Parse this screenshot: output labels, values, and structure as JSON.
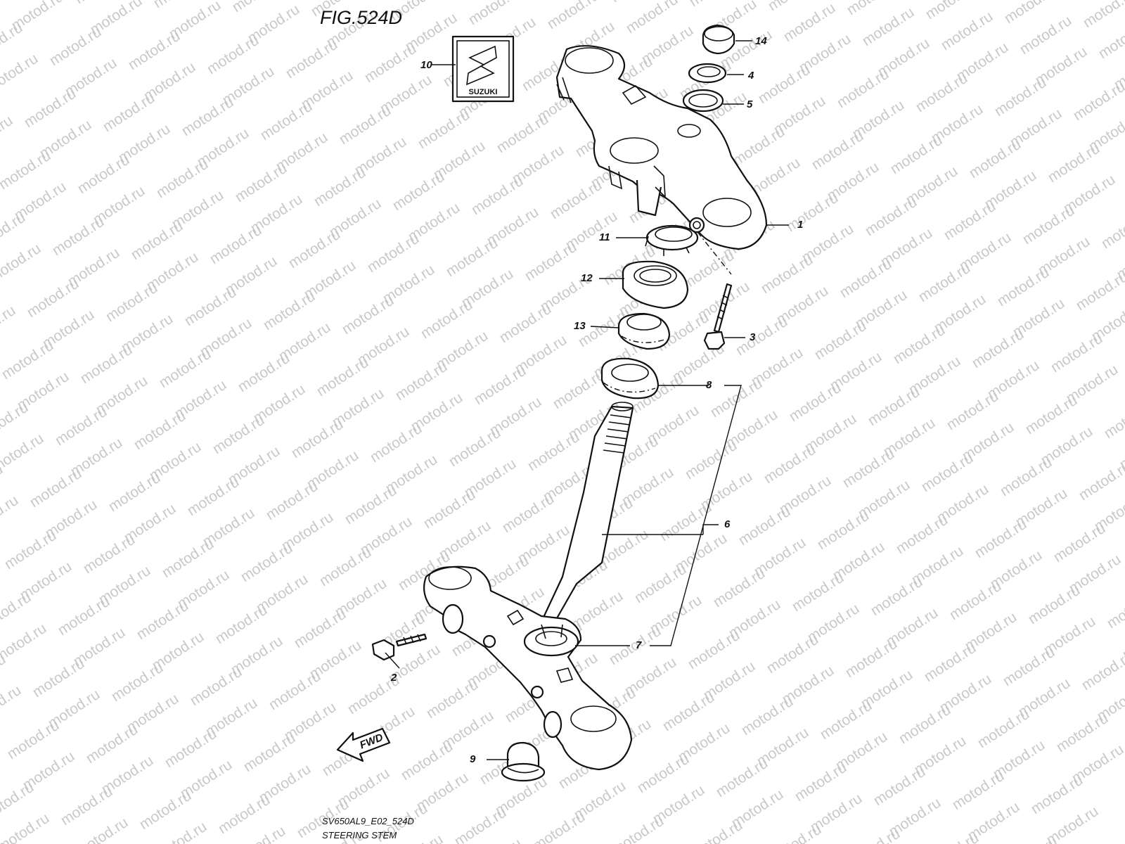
{
  "figure": {
    "title": "FIG.524D",
    "code": "SV650AL9_E02_524D",
    "name": "STEERING STEM"
  },
  "watermark": {
    "text": "motod.ru"
  },
  "logo": {
    "text": "SUZUKI"
  },
  "direction": {
    "label": "FWD"
  },
  "callouts": {
    "c1": "1",
    "c2": "2",
    "c3": "3",
    "c4": "4",
    "c5": "5",
    "c6": "6",
    "c7": "7",
    "c8": "8",
    "c9": "9",
    "c10": "10",
    "c11": "11",
    "c12": "12",
    "c13": "13",
    "c14": "14"
  },
  "colors": {
    "line": "#111111",
    "watermark": "#c9c9c9",
    "background": "#ffffff"
  }
}
